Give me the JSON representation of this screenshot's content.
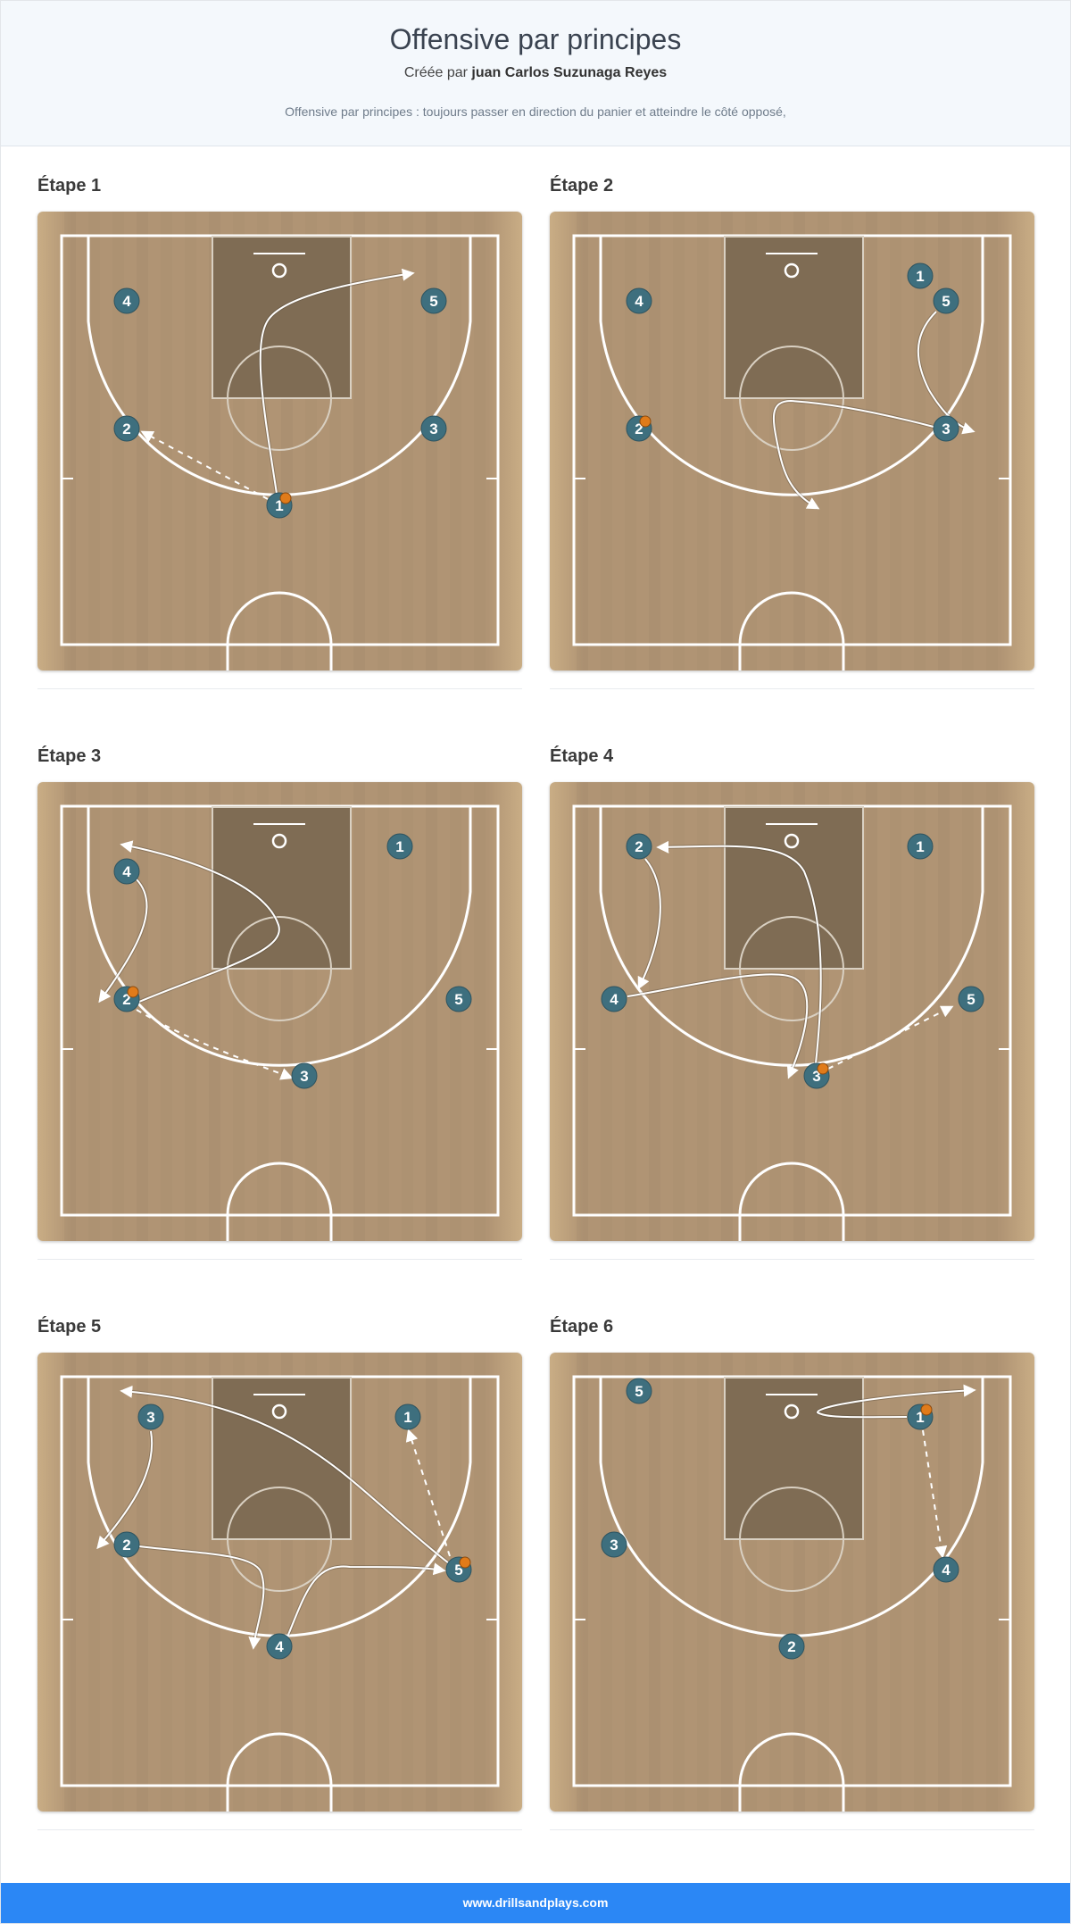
{
  "header": {
    "title": "Offensive par principes",
    "author_prefix": "Créée par ",
    "author_name": "juan Carlos Suzunaga Reyes",
    "description": "Offensive par principes : toujours passer en direction du panier et atteindre le côté opposé,"
  },
  "colors": {
    "player": "#3e6f7e",
    "ball": "#e07b1a",
    "court_wood": "#b09474",
    "paint": "#7f6c54",
    "footer": "#2b87f5"
  },
  "steps": [
    {
      "label": "Étape 1",
      "players": [
        {
          "n": "4",
          "ball": false
        },
        {
          "n": "5",
          "ball": false
        },
        {
          "n": "2",
          "ball": false
        },
        {
          "n": "3",
          "ball": false
        },
        {
          "n": "1",
          "ball": true
        }
      ]
    },
    {
      "label": "Étape 2",
      "players": [
        {
          "n": "4",
          "ball": false
        },
        {
          "n": "1",
          "ball": false
        },
        {
          "n": "5",
          "ball": false
        },
        {
          "n": "2",
          "ball": true
        },
        {
          "n": "3",
          "ball": false
        }
      ]
    },
    {
      "label": "Étape 3",
      "players": [
        {
          "n": "1",
          "ball": false
        },
        {
          "n": "4",
          "ball": false
        },
        {
          "n": "2",
          "ball": true
        },
        {
          "n": "5",
          "ball": false
        },
        {
          "n": "3",
          "ball": false
        }
      ]
    },
    {
      "label": "Étape 4",
      "players": [
        {
          "n": "2",
          "ball": false
        },
        {
          "n": "1",
          "ball": false
        },
        {
          "n": "4",
          "ball": false
        },
        {
          "n": "5",
          "ball": false
        },
        {
          "n": "3",
          "ball": true
        }
      ]
    },
    {
      "label": "Étape 5",
      "players": [
        {
          "n": "3",
          "ball": false
        },
        {
          "n": "1",
          "ball": false
        },
        {
          "n": "2",
          "ball": false
        },
        {
          "n": "5",
          "ball": true
        },
        {
          "n": "4",
          "ball": false
        }
      ]
    },
    {
      "label": "Étape 6",
      "players": [
        {
          "n": "5",
          "ball": false
        },
        {
          "n": "1",
          "ball": true
        },
        {
          "n": "3",
          "ball": false
        },
        {
          "n": "4",
          "ball": false
        },
        {
          "n": "2",
          "ball": false
        }
      ]
    }
  ],
  "footer": {
    "site": "www.drillsandplays.com"
  }
}
